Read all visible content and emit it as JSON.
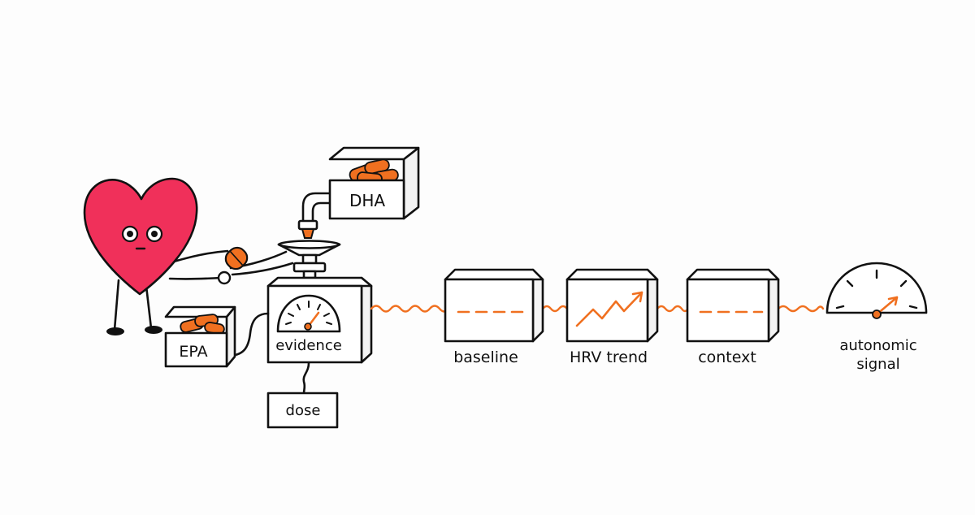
{
  "colors": {
    "accent": "#F07020",
    "heart": "#F0305A",
    "ink": "#111111",
    "background": "#FDFDFD"
  },
  "ingredients": {
    "top_bin_label": "DHA",
    "bottom_bin_label": "EPA"
  },
  "scale": {
    "label": "evidence",
    "output_label": "dose"
  },
  "pipeline": [
    {
      "label": "baseline",
      "display": "flat-dashed-line"
    },
    {
      "label": "HRV trend",
      "display": "rising-zigzag-arrow"
    },
    {
      "label": "context",
      "display": "flat-dashed-line"
    }
  ],
  "gauge": {
    "label_line1": "autonomic",
    "label_line2": "signal"
  }
}
